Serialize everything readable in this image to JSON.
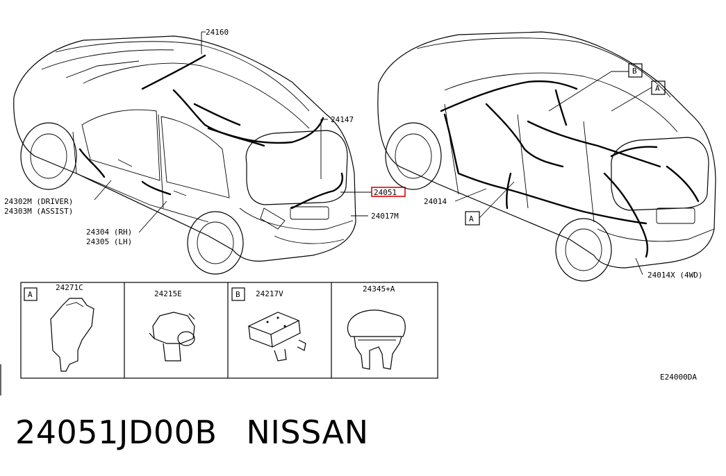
{
  "callouts": {
    "p24160": "24160",
    "p24147": "24147",
    "p24051": "24051",
    "p24017m": "24017M",
    "p24302m": "24302M (DRIVER)",
    "p24303m": "24303M (ASSIST)",
    "p24304": "24304 (RH)",
    "p24305": "24305 (LH)",
    "p24014": "24014",
    "p24014x": "24014X (4WD)",
    "refA_top": "A",
    "refB_top": "B",
    "refA_low": "A"
  },
  "parts_table": {
    "cells": [
      {
        "ref": "A",
        "part": "24271C"
      },
      {
        "ref": "",
        "part": "24215E"
      },
      {
        "ref": "B",
        "part": "24217V"
      },
      {
        "ref": "",
        "part": "24345+A"
      }
    ]
  },
  "diagram_code": "E24000DA",
  "footer": {
    "part_number": "24051JD00B",
    "brand": "NISSAN"
  },
  "colors": {
    "highlight": "#e00000",
    "line": "#000000"
  }
}
